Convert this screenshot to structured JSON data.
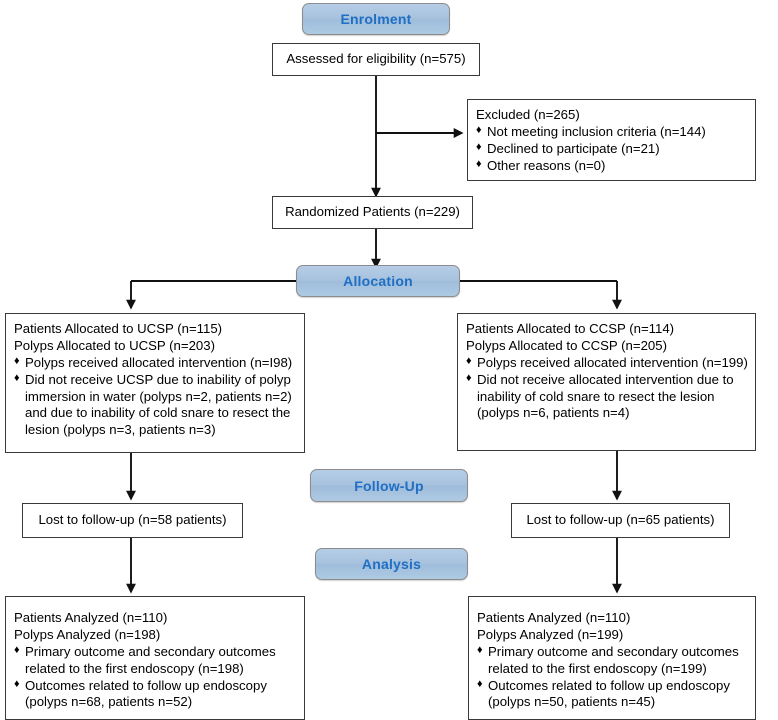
{
  "diagram": {
    "title": "CONSORT participant flow diagram",
    "accent_blue": "#a7c2de",
    "banner_text_color": "#1f6fc4",
    "box_border_color": "#3a3a3a",
    "bullet_glyph": "♦"
  },
  "banners": {
    "enrolment": "Enrolment",
    "allocation": "Allocation",
    "followup": "Follow-Up",
    "analysis": "Analysis"
  },
  "enrolment": {
    "assessed": "Assessed for eligibility (n=575)",
    "excluded_header": "Excluded (n=265)",
    "excluded_items": [
      "Not meeting inclusion criteria (n=144)",
      "Declined to participate (n=21)",
      "Other reasons (n=0)"
    ],
    "randomized": "Randomized Patients (n=229)"
  },
  "allocation": {
    "left": {
      "header_patients": "Patients Allocated to UCSP (n=115)",
      "header_polyps": "Polyps Allocated to UCSP (n=203)",
      "items": [
        "Polyps received allocated intervention (n=I98)",
        "Did not receive UCSP due to inability of polyp immersion in water (polyps n=2, patients n=2) and due to inability of cold snare to resect the lesion (polyps n=3, patients n=3)"
      ]
    },
    "right": {
      "header_patients": "Patients Allocated to CCSP (n=114)",
      "header_polyps": "Polyps Allocated to CCSP (n=205)",
      "items": [
        "Polyps received allocated intervention (n=199)",
        "Did not receive allocated intervention due to inability of cold snare to resect the lesion (polyps n=6, patients n=4)"
      ]
    }
  },
  "followup": {
    "left": "Lost to follow-up (n=58 patients)",
    "right": "Lost to follow-up (n=65 patients)"
  },
  "analysis": {
    "left": {
      "header_patients": "Patients Analyzed (n=110)",
      "header_polyps": "Polyps Analyzed (n=198)",
      "items": [
        "Primary outcome and secondary outcomes related to the first endoscopy (n=198)",
        "Outcomes related to follow up endoscopy (polyps n=68, patients n=52)"
      ]
    },
    "right": {
      "header_patients": "Patients Analyzed (n=110)",
      "header_polyps": "Polyps Analyzed (n=199)",
      "items": [
        "Primary outcome and secondary outcomes related to the first endoscopy (n=199)",
        "Outcomes related to follow up endoscopy (polyps n=50, patients n=45)"
      ]
    }
  }
}
